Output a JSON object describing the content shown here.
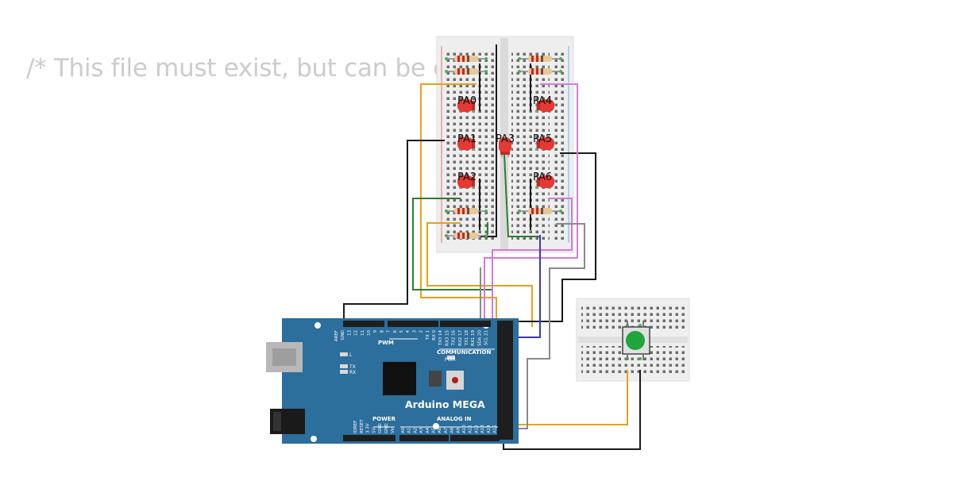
{
  "editor": {
    "comment_text": "/* This file must exist, but can be e"
  },
  "led_labels": [
    "PA0",
    "PA1",
    "PA2",
    "PA3",
    "PA4",
    "PA5",
    "PA6"
  ],
  "arduino": {
    "board_name": "Arduino MEGA",
    "pwm_label": "PWM",
    "communication_label": "COMMUNICATION",
    "power_label": "POWER",
    "analog_in_label": "ANALOG IN",
    "pwr_label": "PWR",
    "l_label": "L",
    "tx_label": "TX",
    "rx_label": "RX",
    "power_pins": [
      "IOREF",
      "RESET",
      "3.3V",
      "5V",
      "GND",
      "GND",
      "Vin"
    ],
    "analog_pins": [
      "A0",
      "A1",
      "A2",
      "A3",
      "A4",
      "A5",
      "A6",
      "A7",
      "A8",
      "A9",
      "A10",
      "A11",
      "A12",
      "A13",
      "A14",
      "A15"
    ],
    "top_pins": [
      "AREF",
      "GND",
      "13",
      "12",
      "11",
      "10",
      "9",
      "8",
      "7",
      "6",
      "5",
      "4",
      "3",
      "2",
      "TX 1",
      "RX 0",
      "TX3 14",
      "RX3 15",
      "TX2 16",
      "RX2 17",
      "TX1 18",
      "RX1 19",
      "SDA 20",
      "SCL 21"
    ]
  },
  "colors": {
    "board_blue": "#2c6e9c",
    "wire_orange": "#e6a21a",
    "wire_black": "#1a1a1a",
    "wire_green": "#2e7d32",
    "wire_violet": "#d77ad8",
    "wire_blue": "#3a3ab8",
    "wire_gray": "#8a8a8a",
    "led_red": "#e53935",
    "button_green": "#1fa53a"
  }
}
